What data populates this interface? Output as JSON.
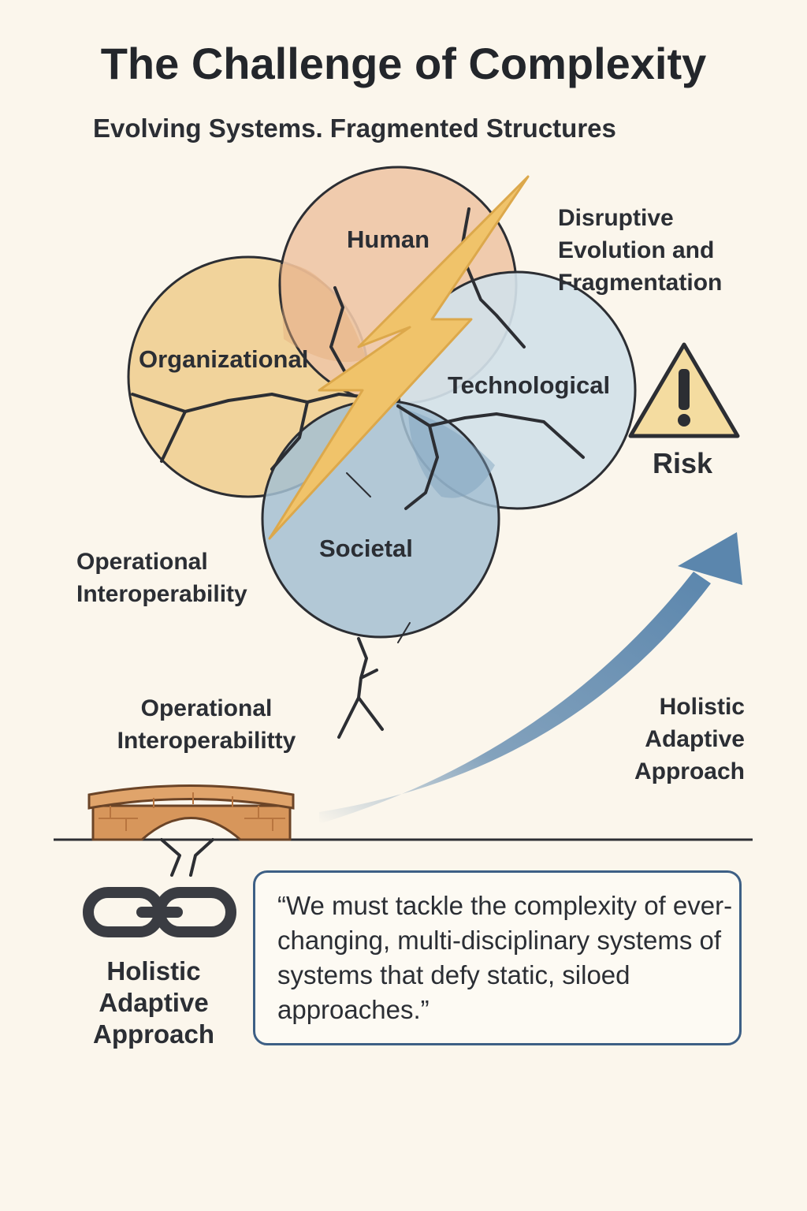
{
  "header": {
    "title": "The Challenge of Complexity",
    "subtitle": "Evolving Systems. Fragmented Structures"
  },
  "diagram": {
    "circles": [
      {
        "label": "Human",
        "color": "#eec7a6"
      },
      {
        "label": "Organizational",
        "color": "#f1d39b"
      },
      {
        "label": "Technological",
        "color": "#d3e1e8"
      },
      {
        "label": "Societal",
        "color": "#a5bfd2"
      }
    ],
    "disruption_label": "Disruptive Evolution and Fragmentation",
    "risk_label": "Risk",
    "left_label_upper": "Operational Interoperability",
    "left_label_lower": "Operational Interoperabilitty",
    "right_label": "Holistic Adaptive Approach",
    "bottom_left_label": "Holistic Adaptive Approach",
    "bolt_color": "#f0c36a",
    "arrow_color": "#5b86ad",
    "warning_color": "#f4dca0"
  },
  "quote": {
    "text": "“We must tackle the complexity of ever-changing, multi-disciplinary systems of systems that defy static, siloed approaches.”"
  },
  "icons": [
    "lightning-bolt-icon",
    "warning-triangle-icon",
    "bridge-icon",
    "chain-link-icon",
    "curved-arrow-icon"
  ]
}
